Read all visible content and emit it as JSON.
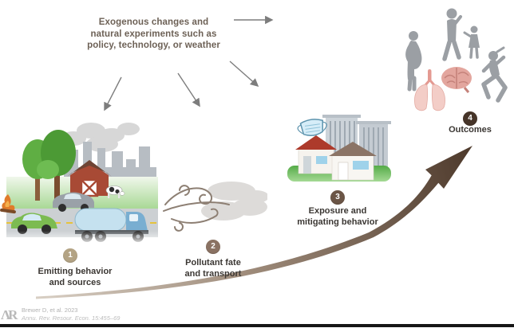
{
  "header": {
    "title": "Exogenous changes and\nnatural experiments such as\npolicy, technology, or weather"
  },
  "stages": [
    {
      "number": "1",
      "label": "Emitting behavior\nand sources",
      "circle_color": "#b3a384",
      "icons": [
        "fire-icon",
        "tree-icon",
        "barn-icon",
        "cow-icon",
        "factory-smokestacks-icon",
        "green-car-icon",
        "sedan-car-icon",
        "tanker-truck-icon"
      ]
    },
    {
      "number": "2",
      "label": "Pollutant fate\nand transport",
      "circle_color": "#8a7263",
      "icons": [
        "wind-swirl-icon",
        "smoke-cloud-icon"
      ]
    },
    {
      "number": "3",
      "label": "Exposure and\nmitigating behavior",
      "circle_color": "#6b5546",
      "icons": [
        "face-mask-icon",
        "house-red-roof-icon",
        "house-brown-roof-icon",
        "city-buildings-icon"
      ]
    },
    {
      "number": "4",
      "label": "Outcomes",
      "circle_color": "#463428",
      "icons": [
        "pregnant-woman-icon",
        "adult-walking-icon",
        "child-icon",
        "runner-icon",
        "brain-icon",
        "lungs-icon"
      ]
    }
  ],
  "attribution": {
    "citation": "Brewer D, et al. 2023",
    "journal": "Annu. Rev. Resour. Econ. 15:455–69",
    "logo_text": "ΛR"
  },
  "colors": {
    "title_text": "#6d6156",
    "label_text": "#3b3733",
    "small_arrow": "#7d7d7d",
    "swoosh_start": "#d9d0c5",
    "swoosh_end": "#4f3b2d",
    "bottom_bar": "#161616"
  }
}
